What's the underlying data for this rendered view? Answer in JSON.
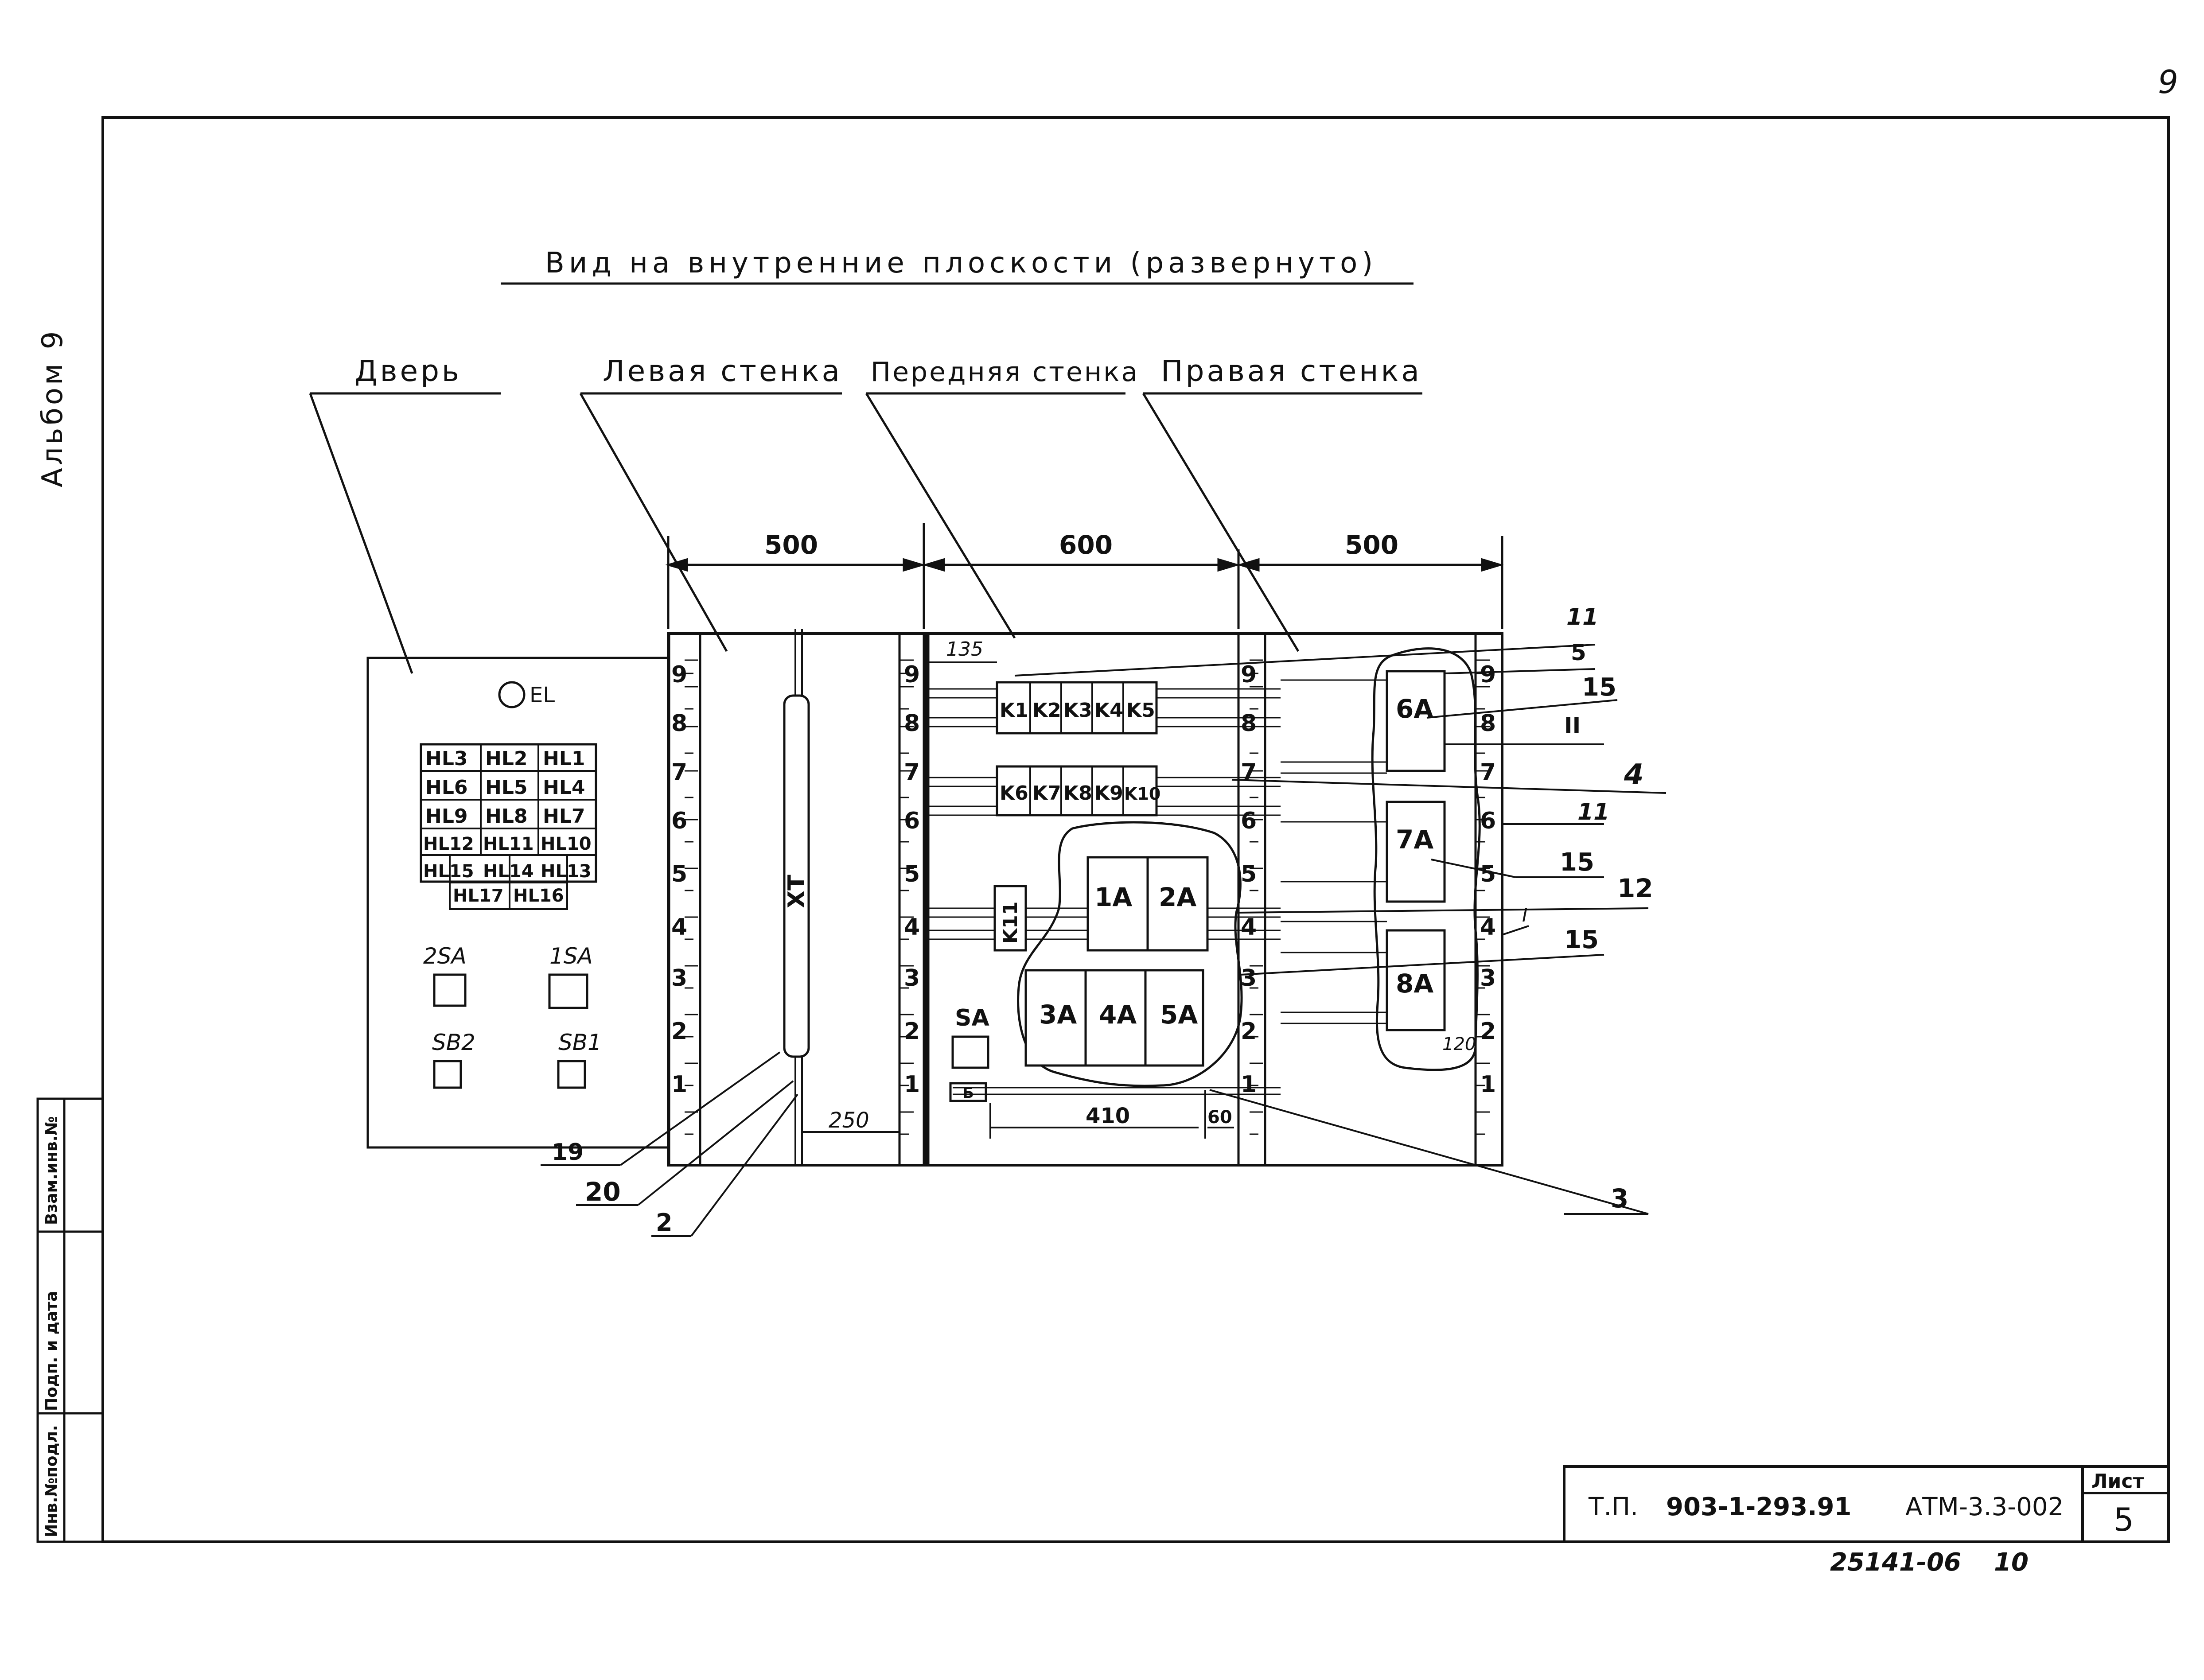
{
  "page_number": "9",
  "album_label": "Альбом 9",
  "title": "Вид на внутренние плоскости (развернуто)",
  "sections": {
    "door": "Дверь",
    "left_wall": "Левая стенка",
    "front_wall": "Передняя стенка",
    "right_wall": "Правая стенка"
  },
  "dimensions": {
    "left_width": "500",
    "front_width": "600",
    "right_width": "500",
    "offset_135": "135",
    "offset_250": "250",
    "offset_410": "410",
    "offset_60": "60",
    "offset_120": "120"
  },
  "door": {
    "lamp": "EL",
    "indicators": [
      [
        "HL3",
        "HL2",
        "HL1"
      ],
      [
        "HL6",
        "HL5",
        "HL4"
      ],
      [
        "HL9",
        "HL8",
        "HL7"
      ],
      [
        "HL12",
        "HL11",
        "HL10"
      ],
      [
        "HL15",
        "HL14",
        "HL13"
      ],
      [
        "HL17",
        "HL16"
      ]
    ],
    "switches": [
      "2SA",
      "1SA"
    ],
    "buttons": [
      "SB2",
      "SB1"
    ]
  },
  "rail_numbers": [
    "9",
    "8",
    "7",
    "6",
    "5",
    "4",
    "3",
    "2",
    "1"
  ],
  "terminal_block": "XT",
  "relays_row1": [
    "K1",
    "K2",
    "K3",
    "K4",
    "K5"
  ],
  "relays_row2": [
    "K6",
    "K7",
    "K8",
    "K9",
    "K10"
  ],
  "relay_k11": "K11",
  "modules_upper": [
    "1A",
    "2A"
  ],
  "modules_lower": [
    "3A",
    "4A",
    "5A"
  ],
  "switch_sa": "SA",
  "block_b": "Б",
  "right_modules": [
    "6A",
    "7A",
    "8A"
  ],
  "callouts": [
    "11",
    "5",
    "15",
    "II",
    "4",
    "11",
    "15",
    "12",
    "I",
    "15",
    "3",
    "19",
    "20",
    "2"
  ],
  "title_block": {
    "tp": "Т.П.",
    "project": "903-1-293.91",
    "code": "АТМ-3.3-002",
    "sheet_label": "Лист",
    "sheet": "5"
  },
  "archive_number": "25141-06",
  "archive_sheet": "10",
  "side_stamp": {
    "inv_orig": "Инв.№подл.",
    "sign_date": "Подп. и дата",
    "replace_inv": "Взам.инв.№"
  }
}
